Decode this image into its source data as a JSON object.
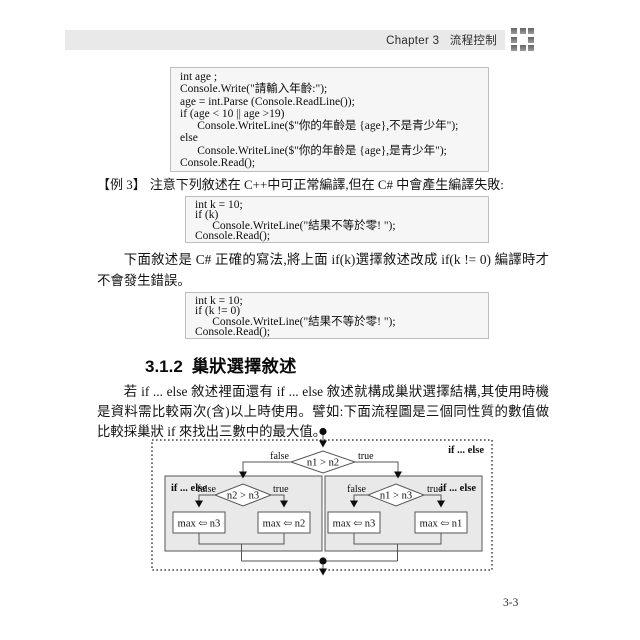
{
  "header": {
    "title": "Chapter 3   流程控制",
    "grid_icon": "grid-of-squares-icon"
  },
  "code_blocks": [
    {
      "name": "age-if-else-example",
      "code": "int age ;\nConsole.Write(\"請輸入年齡:\");\nage = int.Parse (Console.ReadLine());\nif (age < 10 || age >19)\n      Console.WriteLine($\"你的年齡是 {age},不是青少年\");\nelse\n      Console.WriteLine($\"你的年齡是 {age},是青少年\");\nConsole.Read();"
    },
    {
      "name": "if-k-cpp-example",
      "code": "int k = 10;\nif (k)\n      Console.WriteLine(\"結果不等於零! \");\nConsole.Read();"
    },
    {
      "name": "if-k-csharp-example",
      "code": "int k = 10;\nif (k != 0)\n      Console.WriteLine(\"結果不等於零! \");\nConsole.Read();"
    }
  ],
  "example3": {
    "label": "【例 3】",
    "text": "注意下列敘述在 C++中可正常編譯,但在 C# 中會產生編譯失敗:"
  },
  "paragraphs": {
    "fix": "下面敘述是 C# 正確的寫法,將上面 if(k)選擇敘述改成 if(k != 0) 編譯時才不會發生錯誤。",
    "intro": "若 if ... else 敘述裡面還有 if ... else 敘述就構成巢狀選擇結構,其使用時機是資料需比較兩次(含)以上時使用。譬如:下面流程圖是三個同性質的數值做比較採巢狀 if 來找出三數中的最大值。"
  },
  "section": {
    "number": "3.1.2",
    "title": "巢狀選擇敘述"
  },
  "flowchart": {
    "outer_label": "if ... else",
    "decision_top": "n1 > n2",
    "label_true": "true",
    "label_false": "false",
    "left": {
      "label": "if ... else",
      "decision": "n2 > n3",
      "false_action": "max ⇦ n3",
      "true_action": "max ⇦ n2"
    },
    "right": {
      "label": "if ... else",
      "decision": "n1 > n3",
      "false_action": "max ⇦ n3",
      "true_action": "max ⇦ n1"
    }
  },
  "page_number": "3-3"
}
